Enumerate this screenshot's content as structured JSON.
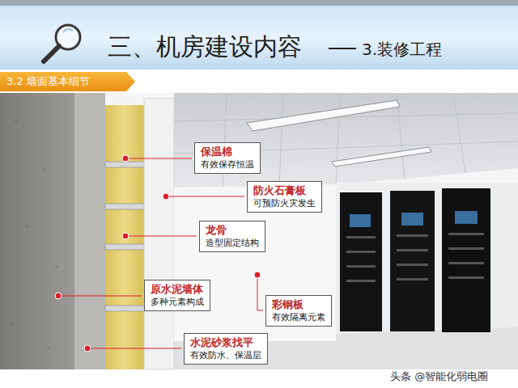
{
  "diagram": {
    "title": "三、机房建设内容",
    "nodes": [
      {
        "text": [
          "3.2 墙面基本细节"
        ]
      },
      {
        "text": [
          "保温棉",
          "有效保存恒温"
        ]
      },
      {
        "text": [
          "防火石膏板",
          "可预防火灾发生"
        ]
      },
      {
        "text": [
          "龙骨",
          "造型固定结构"
        ]
      },
      {
        "text": [
          "原水泥墙体",
          "多种元素构成"
        ]
      },
      {
        "text": [
          "彩钢板",
          "有效隔离元素"
        ]
      },
      {
        "text": [
          "水泥砂浆找平",
          "有效防水、保温层"
        ]
      }
    ],
    "labels": [
      "3.装修工程",
      "头条 @智能化弱电圈"
    ]
  }
}
